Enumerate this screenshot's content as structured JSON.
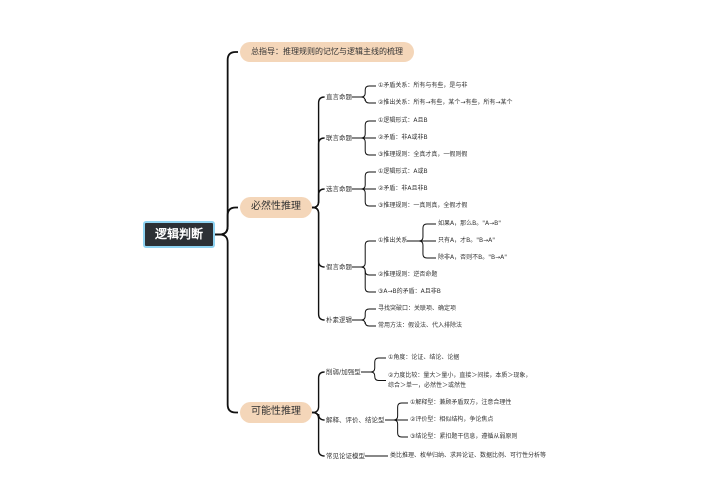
{
  "root": "逻辑判断",
  "guide": "总指导：推理规则的记忆与逻辑主线的梳理",
  "necessity": {
    "label": "必然性推理",
    "direct": {
      "label": "直言命题",
      "items": [
        "①矛盾关系：所有与有些，是与非",
        "②推出关系：所有→有些，某个→有些，所有→某个"
      ]
    },
    "conj": {
      "label": "联言命题",
      "items": [
        "①逻辑形式：A且B",
        "②矛盾：非A或非B",
        "③推理规则：全真才真，一假则假"
      ]
    },
    "disj": {
      "label": "选言命题",
      "items": [
        "①逻辑形式：A或B",
        "②矛盾：非A且非B",
        "③推理规则：一真则真，全假才假"
      ]
    },
    "hypo": {
      "label": "假言命题",
      "infer_label": "①推出关系",
      "infer_items": [
        "如果A，那么B。\"A→B\"",
        "只有A，才B。\"B→A\"",
        "除非A，否则不B。\"B→A\""
      ],
      "items": [
        "②推理规则：逆否命题",
        "③A→B的矛盾：A且非B"
      ]
    },
    "plain": {
      "label": "朴素逻辑",
      "items": [
        "寻找突破口：关联项、确定项",
        "常用方法：假设法、代入排除法"
      ]
    }
  },
  "possibility": {
    "label": "可能性推理",
    "arg": {
      "label": "削弱/加强型",
      "item1": "①角度：论证、结论、论据",
      "item2_line1": "②力度比较：量大＞量小，直接＞间接，本质＞现象，",
      "item2_line2": "综合＞单一，必然性＞或然性"
    },
    "explain": {
      "label": "解释、评价、结论型",
      "items": [
        "①解释型：兼顾矛盾双方，注意合理性",
        "②评价型：相似结构，争论焦点",
        "③结论型：紧扣题干信息，遵循从弱原则"
      ]
    },
    "models": {
      "label": "常见论证模型",
      "text": "类比推理、枚举归纳、求异论证、数据比例、可行性分析等"
    }
  },
  "colors": {
    "root_bg": "#2c3035",
    "root_border": "#8fd3f2",
    "pill_bg": "#f4d6b9",
    "line": "#111111"
  }
}
